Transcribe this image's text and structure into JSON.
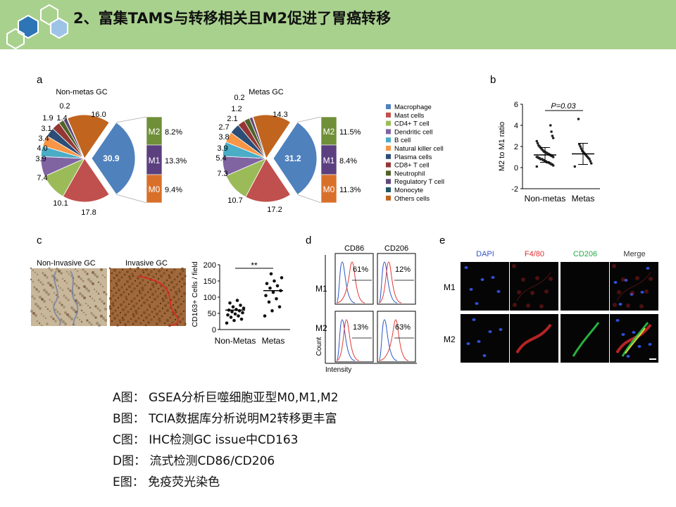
{
  "header": {
    "title": "2、富集TAMS与转移相关且M2促进了胃癌转移",
    "colors": {
      "band": "#a9d18e",
      "hex_dark": "#2e75b6",
      "hex_light": "#9dc3e6"
    }
  },
  "panel_a": {
    "letter": "a",
    "legend": [
      {
        "label": "Macrophage",
        "color": "#4f81bd"
      },
      {
        "label": "Mast cells",
        "color": "#c0504d"
      },
      {
        "label": "CD4+ T cell",
        "color": "#9bbb59"
      },
      {
        "label": "Dendritic cell",
        "color": "#8064a2"
      },
      {
        "label": "B cell",
        "color": "#4bacc6"
      },
      {
        "label": "Natural killer cell",
        "color": "#f79646"
      },
      {
        "label": "Plasma cells",
        "color": "#2c4d75"
      },
      {
        "label": "CD8+ T cell",
        "color": "#943634"
      },
      {
        "label": "Neutrophil",
        "color": "#4f6228"
      },
      {
        "label": "Regulatory T cell",
        "color": "#5f497a"
      },
      {
        "label": "Monocyte",
        "color": "#215968"
      },
      {
        "label": "Others cells",
        "color": "#c0641e"
      }
    ],
    "bar_labels": [
      "M2",
      "M1",
      "M0"
    ],
    "bar_colors": [
      "#6f8f38",
      "#5b3f7f",
      "#d9702a"
    ],
    "pies": [
      {
        "title": "Non-metas  GC",
        "big_label": "30.9",
        "labels": [
          "30.9",
          "17.8",
          "10.1",
          "7.4",
          "3.9",
          "4.0",
          "3.4",
          "3.1",
          "1.9",
          "1.4",
          "0.2",
          "16.0"
        ],
        "bar_values": [
          "8.2%",
          "13.3%",
          "9.4%"
        ]
      },
      {
        "title": "Metas GC",
        "big_label": "31.2",
        "labels": [
          "31.2",
          "17.2",
          "10.7",
          "7.3",
          "5.4",
          "3.9",
          "3.8",
          "2.7",
          "2.1",
          "1.2",
          "0.2",
          "14.3"
        ],
        "bar_values": [
          "11.5%",
          "8.4%",
          "11.3%"
        ]
      }
    ]
  },
  "chart_data": [
    {
      "type": "pie",
      "title": "Non-metas  GC",
      "categories": [
        "Macrophage",
        "Mast cells",
        "CD4+ T cell",
        "Dendritic cell",
        "B cell",
        "Natural killer cell",
        "Plasma cells",
        "CD8+ T cell",
        "Neutrophil",
        "Regulatory T cell",
        "Monocyte",
        "Others cells"
      ],
      "values": [
        30.9,
        17.8,
        10.1,
        7.4,
        3.9,
        4.0,
        3.4,
        3.1,
        1.9,
        1.4,
        0.2,
        16.0
      ]
    },
    {
      "type": "pie",
      "title": "Metas GC",
      "categories": [
        "Macrophage",
        "Mast cells",
        "CD4+ T cell",
        "Dendritic cell",
        "B cell",
        "Natural killer cell",
        "Plasma cells",
        "CD8+ T cell",
        "Neutrophil",
        "Regulatory T cell",
        "Monocyte",
        "Others cells"
      ],
      "values": [
        31.2,
        17.2,
        10.7,
        7.3,
        5.4,
        3.9,
        3.8,
        2.7,
        2.1,
        1.2,
        0.2,
        14.3
      ]
    },
    {
      "type": "scatter",
      "panel": "b",
      "ylabel": "M2 to M1 ratio",
      "categories": [
        "Non-metas",
        "Metas"
      ],
      "ylim": [
        -2,
        6
      ],
      "yticks": [
        "-2",
        "0",
        "2",
        "4",
        "6"
      ],
      "annotation": "P=0.03",
      "series": [
        {
          "values": [
            0.1,
            0.2,
            0.3,
            0.3,
            0.4,
            0.4,
            0.5,
            0.5,
            0.5,
            0.6,
            0.6,
            0.7,
            0.7,
            0.8,
            0.8,
            0.8,
            0.9,
            0.9,
            1.0,
            1.0,
            1.0,
            1.1,
            1.1,
            1.2,
            1.2,
            1.3,
            1.3,
            1.4,
            1.4,
            1.5,
            1.5,
            1.6,
            1.7,
            1.8,
            1.9,
            2.0,
            2.1,
            2.3,
            2.5,
            2.8,
            3.0,
            3.4,
            4.0
          ],
          "mean": 1.2,
          "sd": 0.7
        },
        {
          "values": [
            0.1,
            0.4,
            0.6,
            0.8,
            0.9,
            1.0,
            1.1,
            1.2,
            1.3,
            1.4,
            1.5,
            1.6,
            1.8,
            2.0,
            2.2,
            4.6
          ],
          "mean": 1.3,
          "sd": 1.0
        }
      ]
    },
    {
      "type": "scatter",
      "panel": "c",
      "ylabel": "CD163+ Cells / field",
      "categories": [
        "Non-Metas",
        "Metas"
      ],
      "ylim": [
        0,
        200
      ],
      "yticks": [
        "0",
        "50",
        "100",
        "150",
        "200"
      ],
      "annotation": "**",
      "series": [
        {
          "values": [
            20,
            28,
            32,
            38,
            42,
            45,
            48,
            52,
            55,
            58,
            60,
            62,
            66,
            70,
            75,
            82,
            90
          ],
          "mean": 60
        },
        {
          "values": [
            42,
            58,
            70,
            85,
            95,
            105,
            115,
            120,
            128,
            135,
            142,
            150,
            160,
            172
          ],
          "mean": 120
        }
      ]
    }
  ],
  "panel_b": {
    "letter": "b"
  },
  "panel_c": {
    "letter": "c",
    "image_labels": [
      "Non-Invasive GC",
      "Invasive GC"
    ]
  },
  "panel_d": {
    "letter": "d",
    "columns": [
      "CD86",
      "CD206"
    ],
    "rows": [
      "M1",
      "M2"
    ],
    "percentages": [
      "61%",
      "12%",
      "13%",
      "63%"
    ],
    "ylabel": "Count",
    "xlabel": "Intensity"
  },
  "panel_e": {
    "letter": "e",
    "columns": [
      {
        "label": "DAPI",
        "color": "#3355cc"
      },
      {
        "label": "F4/80",
        "color": "#e03030"
      },
      {
        "label": "CD206",
        "color": "#22aa44"
      },
      {
        "label": "Merge",
        "color": "#333333"
      }
    ],
    "rows": [
      "M1",
      "M2"
    ]
  },
  "caption": [
    "A图：  GSEA分析巨噬细胞亚型M0,M1,M2",
    "B图：  TCIA数据库分析说明M2转移更丰富",
    "C图：  IHC检测GC issue中CD163",
    "D图：  流式检测CD86/CD206",
    "E图：  免疫荧光染色"
  ]
}
